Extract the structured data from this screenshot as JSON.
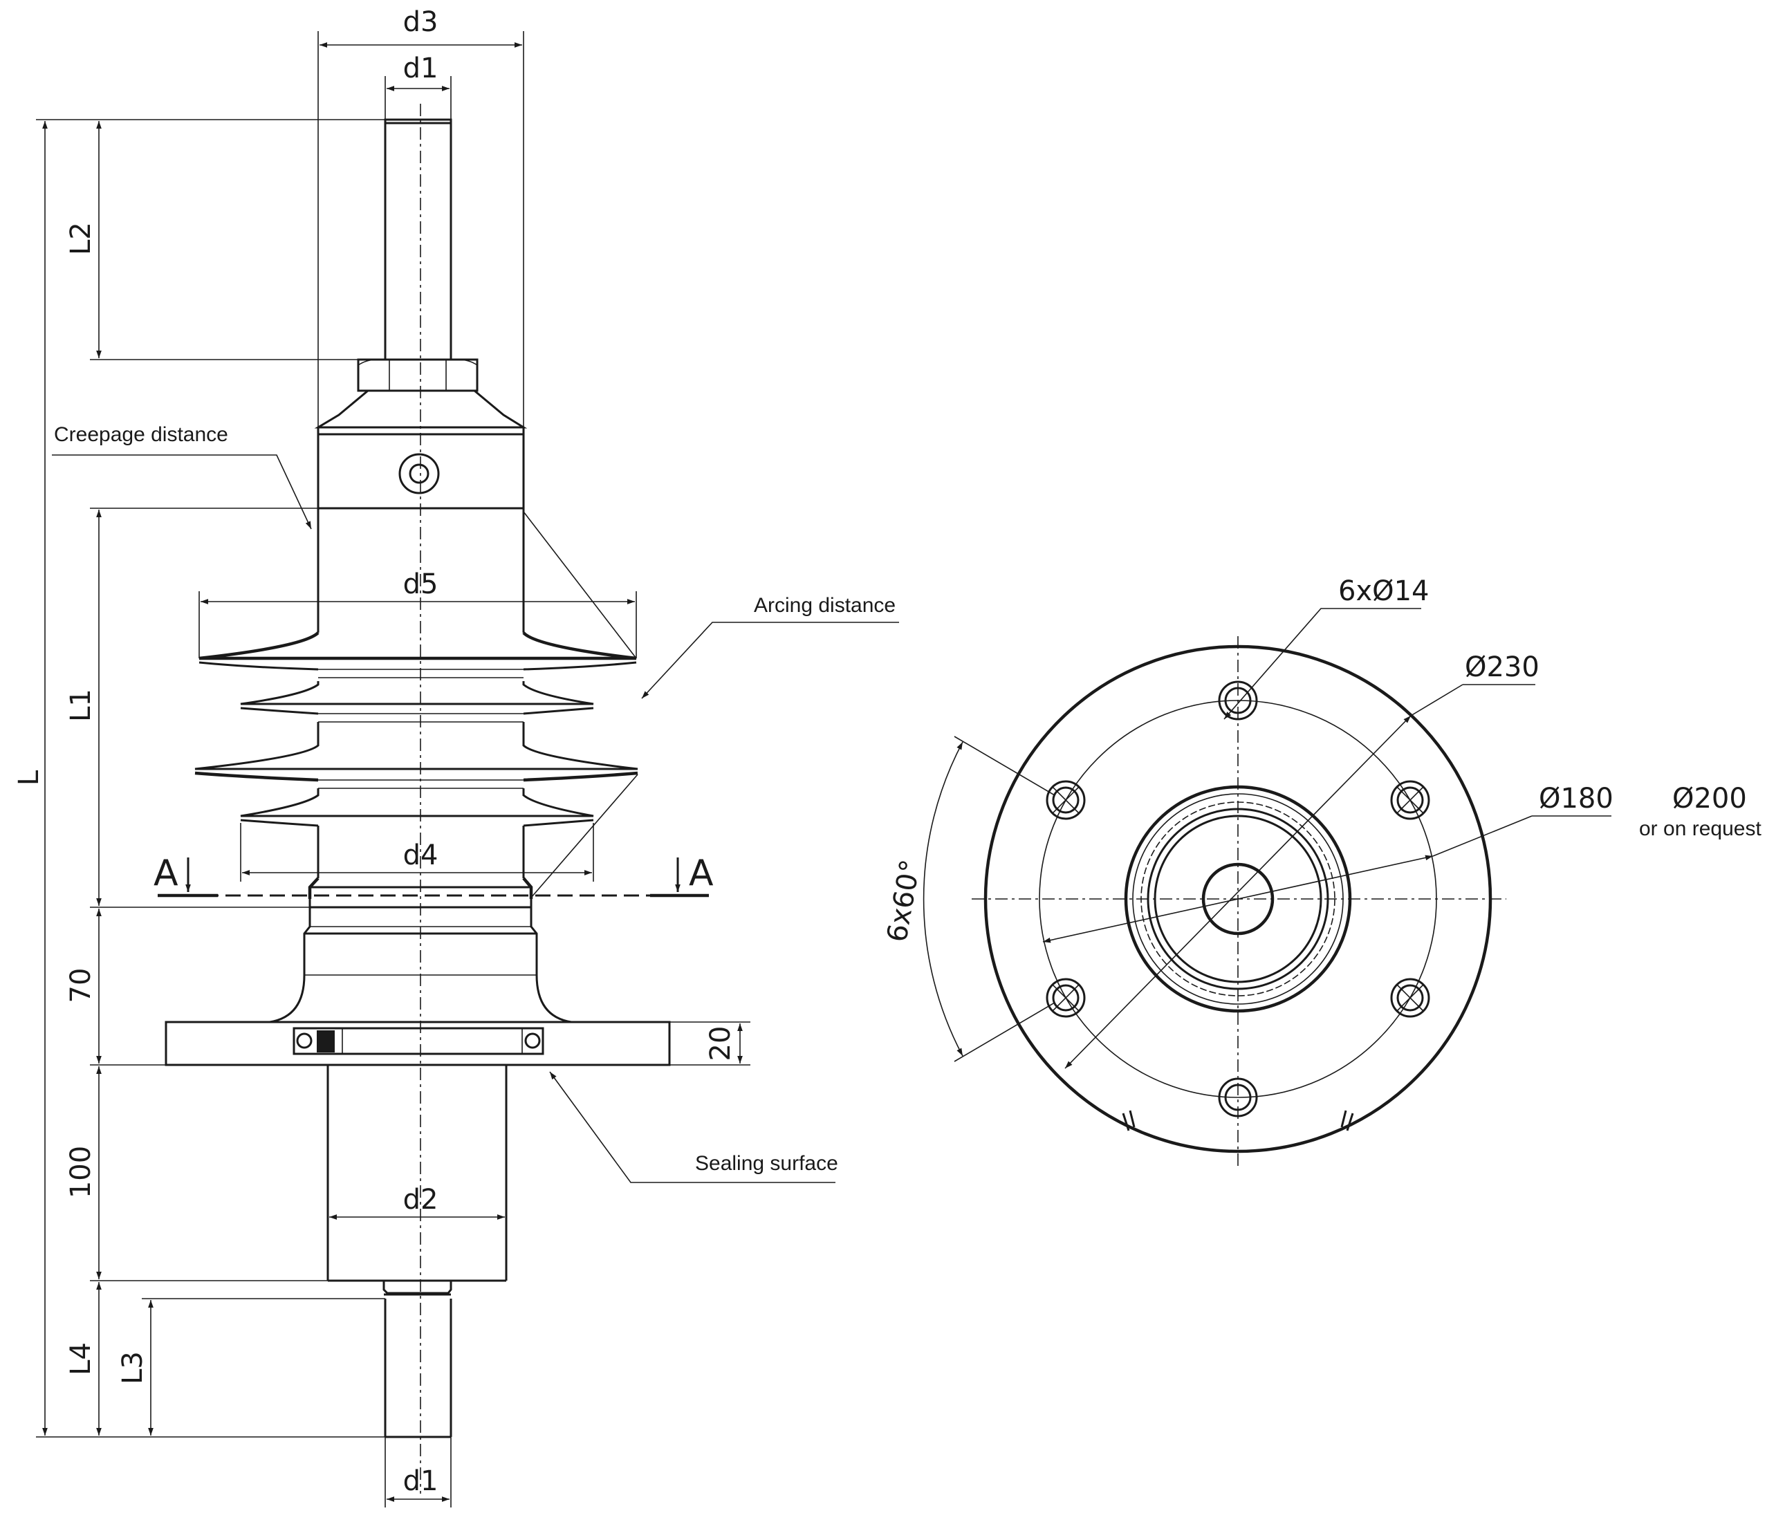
{
  "labels": {
    "d3": "d3",
    "d1_top": "d1",
    "d1_bottom": "d1",
    "d2": "d2",
    "d4": "d4",
    "d5": "d5",
    "L": "L",
    "L1": "L1",
    "L2": "L2",
    "L3": "L3",
    "L4": "L4",
    "dim_70": "70",
    "dim_100": "100",
    "dim_20": "20",
    "section_a_left": "A",
    "section_a_right": "A",
    "angle": "6x60°",
    "holes": "6xØ14",
    "dia_230": "Ø230",
    "dia_180": "Ø180",
    "dia_200": "Ø200",
    "on_request": "or on request"
  },
  "annotations": {
    "creepage": "Creepage distance",
    "arcing": "Arcing distance",
    "sealing": "Sealing surface"
  }
}
